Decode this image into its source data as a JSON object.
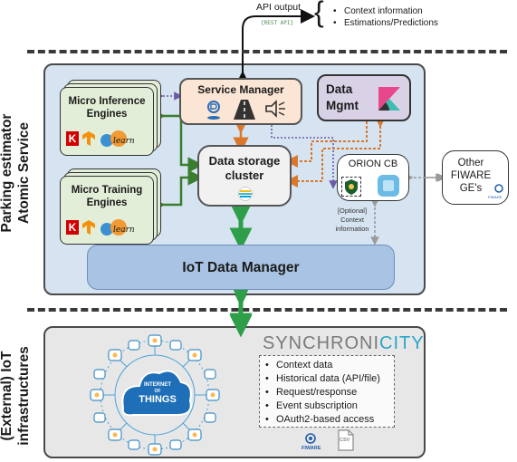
{
  "api": {
    "label": "API output",
    "rest": "{REST API}"
  },
  "outputs": {
    "brace": "{",
    "items": [
      "Context information",
      "Estimations/Predictions"
    ]
  },
  "left_labels": {
    "top_line1": "Parking estimator",
    "top_line2": "Atomic Service",
    "bottom_line1": "(External) IoT",
    "bottom_line2": "infrastructures"
  },
  "components": {
    "micro_inference": "Micro Inference Engines",
    "micro_training": "Micro Training Engines",
    "service_manager": "Service Manager",
    "data_mgmt_line1": "Data",
    "data_mgmt_line2": "Mgmt",
    "storage_line1": "Data storage",
    "storage_line2": "cluster",
    "orion": "ORION CB",
    "other_line1": "Other",
    "other_line2": "FIWARE",
    "other_line3": "GE's",
    "iot_data_manager": "IoT Data Manager",
    "optional": [
      "[Optional]",
      "Context",
      "information"
    ]
  },
  "icons": {
    "keras_letter": "K",
    "learn": "learn",
    "fiware": "FIWARE",
    "csv": "CSV"
  },
  "iot_cloud": {
    "line1": "INTERNET",
    "line2": "OF",
    "line3": "THINGS"
  },
  "synchronicity": {
    "part1": "SYNCHRONI",
    "part2": "CITY"
  },
  "features": [
    "Context data",
    "Historical data (API/file)",
    "Request/response",
    "Event subscription",
    "OAuth2-based access"
  ],
  "colors": {
    "green": "#3a7d2c",
    "orange": "#d9782d",
    "purple": "#6b5aa6",
    "gray": "#9a9a9a",
    "arrow_green": "#2e9e48"
  }
}
